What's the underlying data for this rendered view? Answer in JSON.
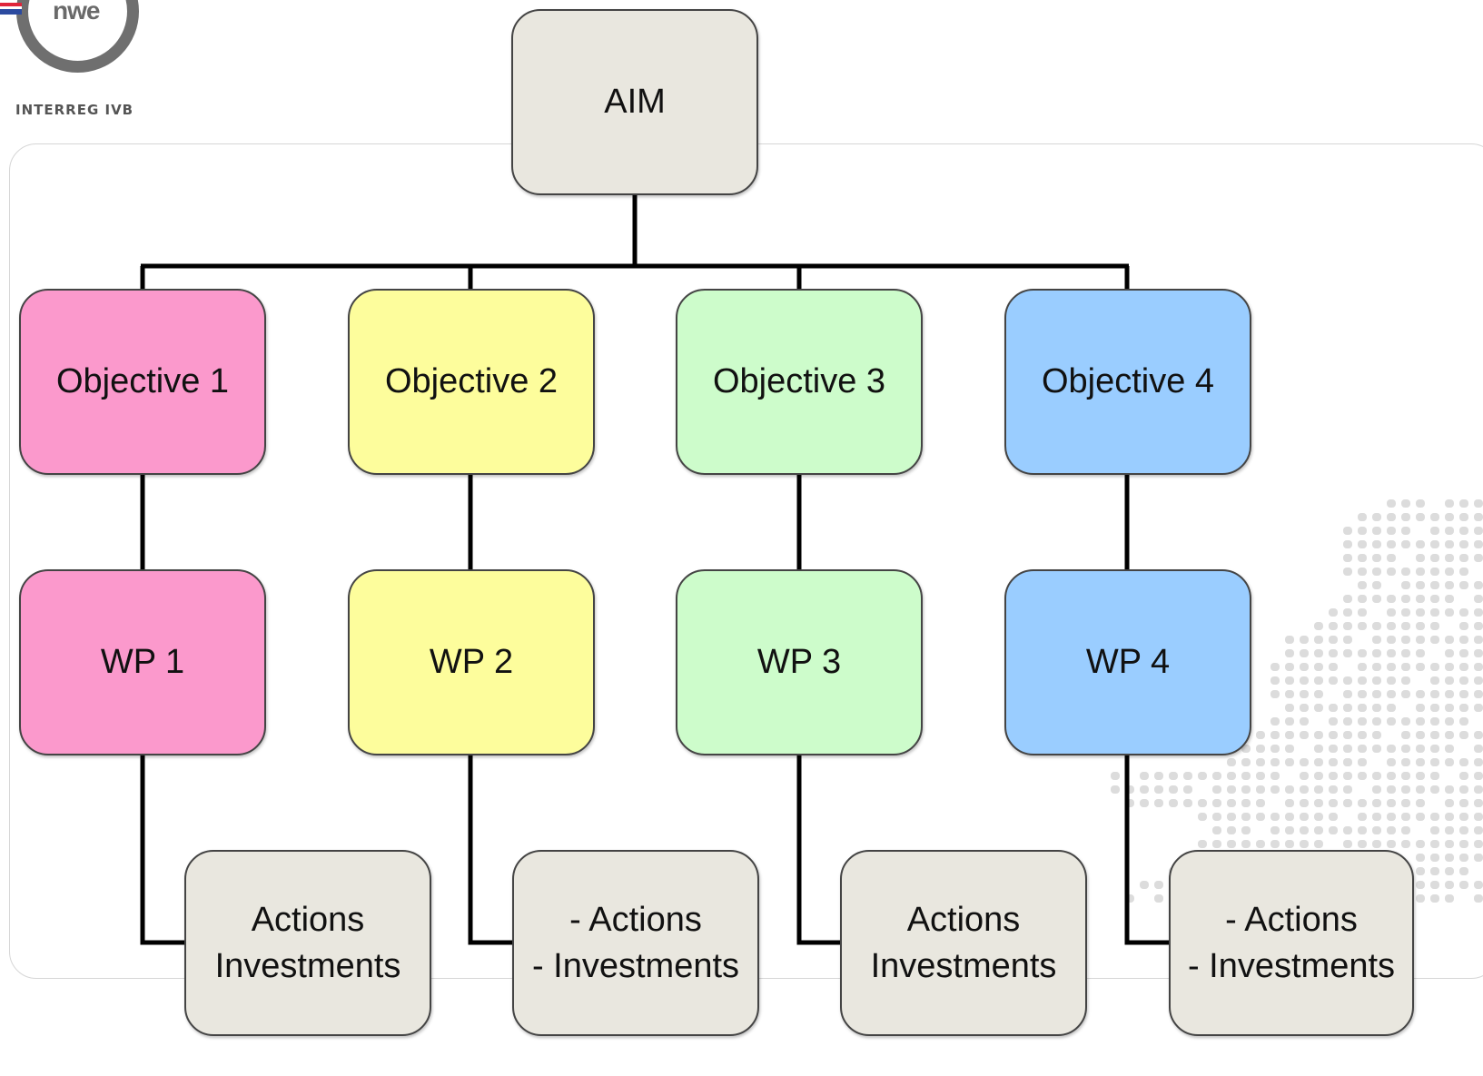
{
  "logo": {
    "wordmark": "nwe",
    "subtitle": "INTERREG IVB"
  },
  "diagram": {
    "aim": "AIM",
    "objectives": [
      "Objective 1",
      "Objective 2",
      "Objective 3",
      "Objective 4"
    ],
    "work_packages": [
      "WP 1",
      "WP 2",
      "WP 3",
      "WP 4"
    ],
    "actions": [
      "Actions\nInvestments",
      "- Actions\n- Investments",
      "Actions\nInvestments",
      "- Actions\n- Investments"
    ],
    "colors": {
      "aim": "#e9e7df",
      "actions": "#e9e7df",
      "column_1": "#fb99cc",
      "column_2": "#fdfd9c",
      "column_3": "#cdfccb",
      "column_4": "#9acdff",
      "connector": "#000000"
    }
  }
}
